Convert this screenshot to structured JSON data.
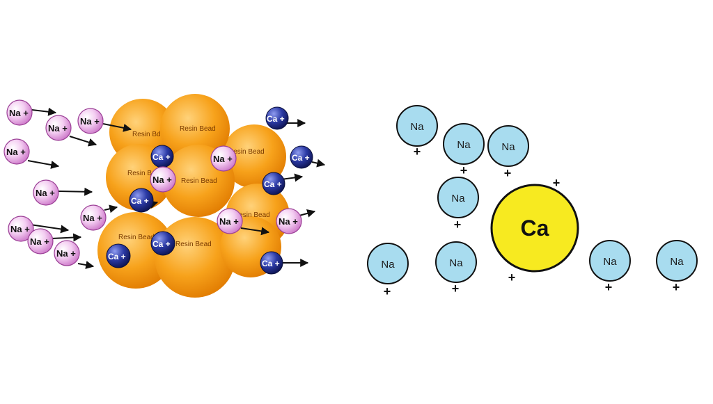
{
  "labels": {
    "resin_bead": "Resin Bead",
    "resin_bead_alt": "Resin Bd",
    "resin_bead_partial": "Resin Bea",
    "na_plus": "Na +",
    "ca_plus": "Ca +",
    "na": "Na",
    "ca": "Ca",
    "plus": "+"
  },
  "colors": {
    "bead_orange": "#f7a21b",
    "bead_highlight": "#ffd27a",
    "na_pink": "#f0b8ee",
    "ca_blue": "#1f2a88",
    "na_cyan": "#a8dcef",
    "ca_yellow": "#f7ea20"
  }
}
